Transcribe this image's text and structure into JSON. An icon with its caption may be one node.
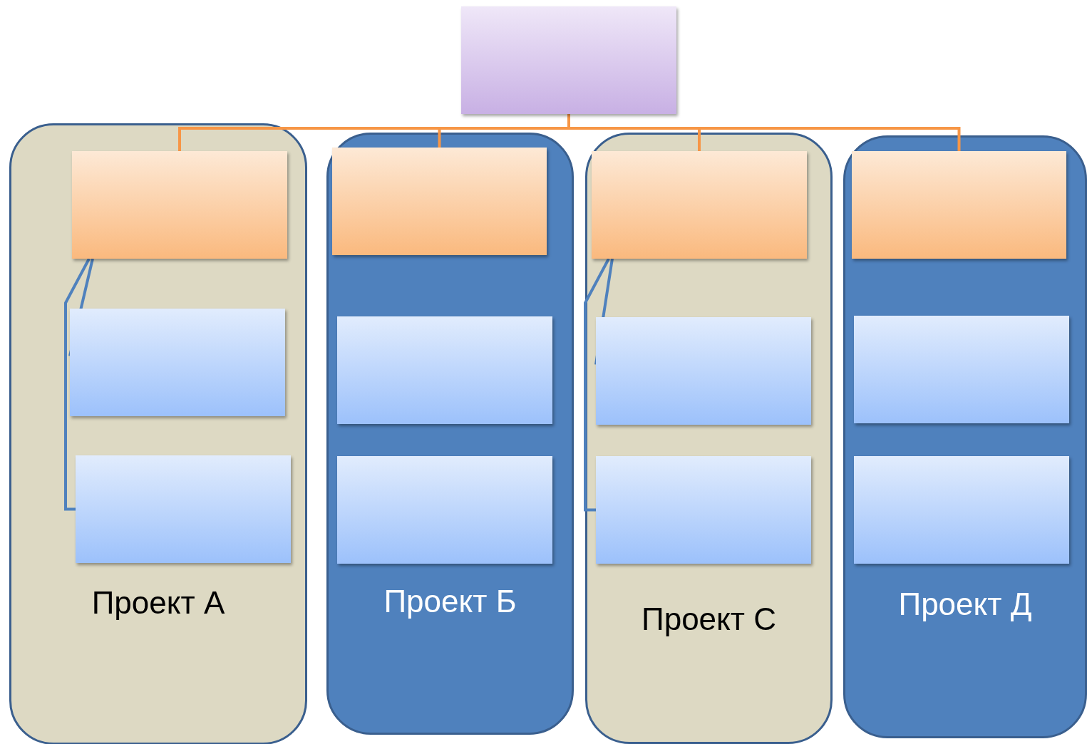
{
  "diagram": {
    "nodes": [
      {
        "text": [],
        "shape": "box"
      },
      {
        "text": [
          "Проект А"
        ]
      },
      {
        "text": [],
        "shape": "box",
        "in": 1
      },
      {
        "text": [],
        "shape": "box",
        "in": 1
      },
      {
        "text": [],
        "shape": "box",
        "in": 1
      },
      {
        "text": [
          "Проект Б"
        ]
      },
      {
        "text": [],
        "shape": "box",
        "in": 5
      },
      {
        "text": [],
        "shape": "box",
        "in": 5
      },
      {
        "text": [],
        "shape": "box",
        "in": 5
      },
      {
        "text": [
          "Проект С"
        ]
      },
      {
        "text": [],
        "shape": "box",
        "in": 9
      },
      {
        "text": [],
        "shape": "box",
        "in": 9
      },
      {
        "text": [],
        "shape": "box",
        "in": 9
      },
      {
        "text": [
          "Проект Д"
        ]
      },
      {
        "text": [],
        "shape": "box",
        "in": 13
      },
      {
        "text": [],
        "shape": "box",
        "in": 13
      },
      {
        "text": [],
        "shape": "box",
        "in": 13
      }
    ],
    "edges": [
      {
        "from": 0,
        "to": 2,
        "arrow": "none"
      },
      {
        "from": 0,
        "to": 6,
        "arrow": "none"
      },
      {
        "from": 0,
        "to": 10,
        "arrow": "none"
      },
      {
        "from": 0,
        "to": 14,
        "arrow": "none"
      },
      {
        "from": 2,
        "to": 3,
        "arrow": "none",
        "color": "#4f81bd"
      },
      {
        "from": 2,
        "to": 4,
        "arrow": "none",
        "color": "#4f81bd"
      },
      {
        "from": 10,
        "to": 11,
        "arrow": "none",
        "color": "#4f81bd"
      },
      {
        "from": 10,
        "to": 12,
        "arrow": "none",
        "color": "#4f81bd"
      }
    ]
  }
}
